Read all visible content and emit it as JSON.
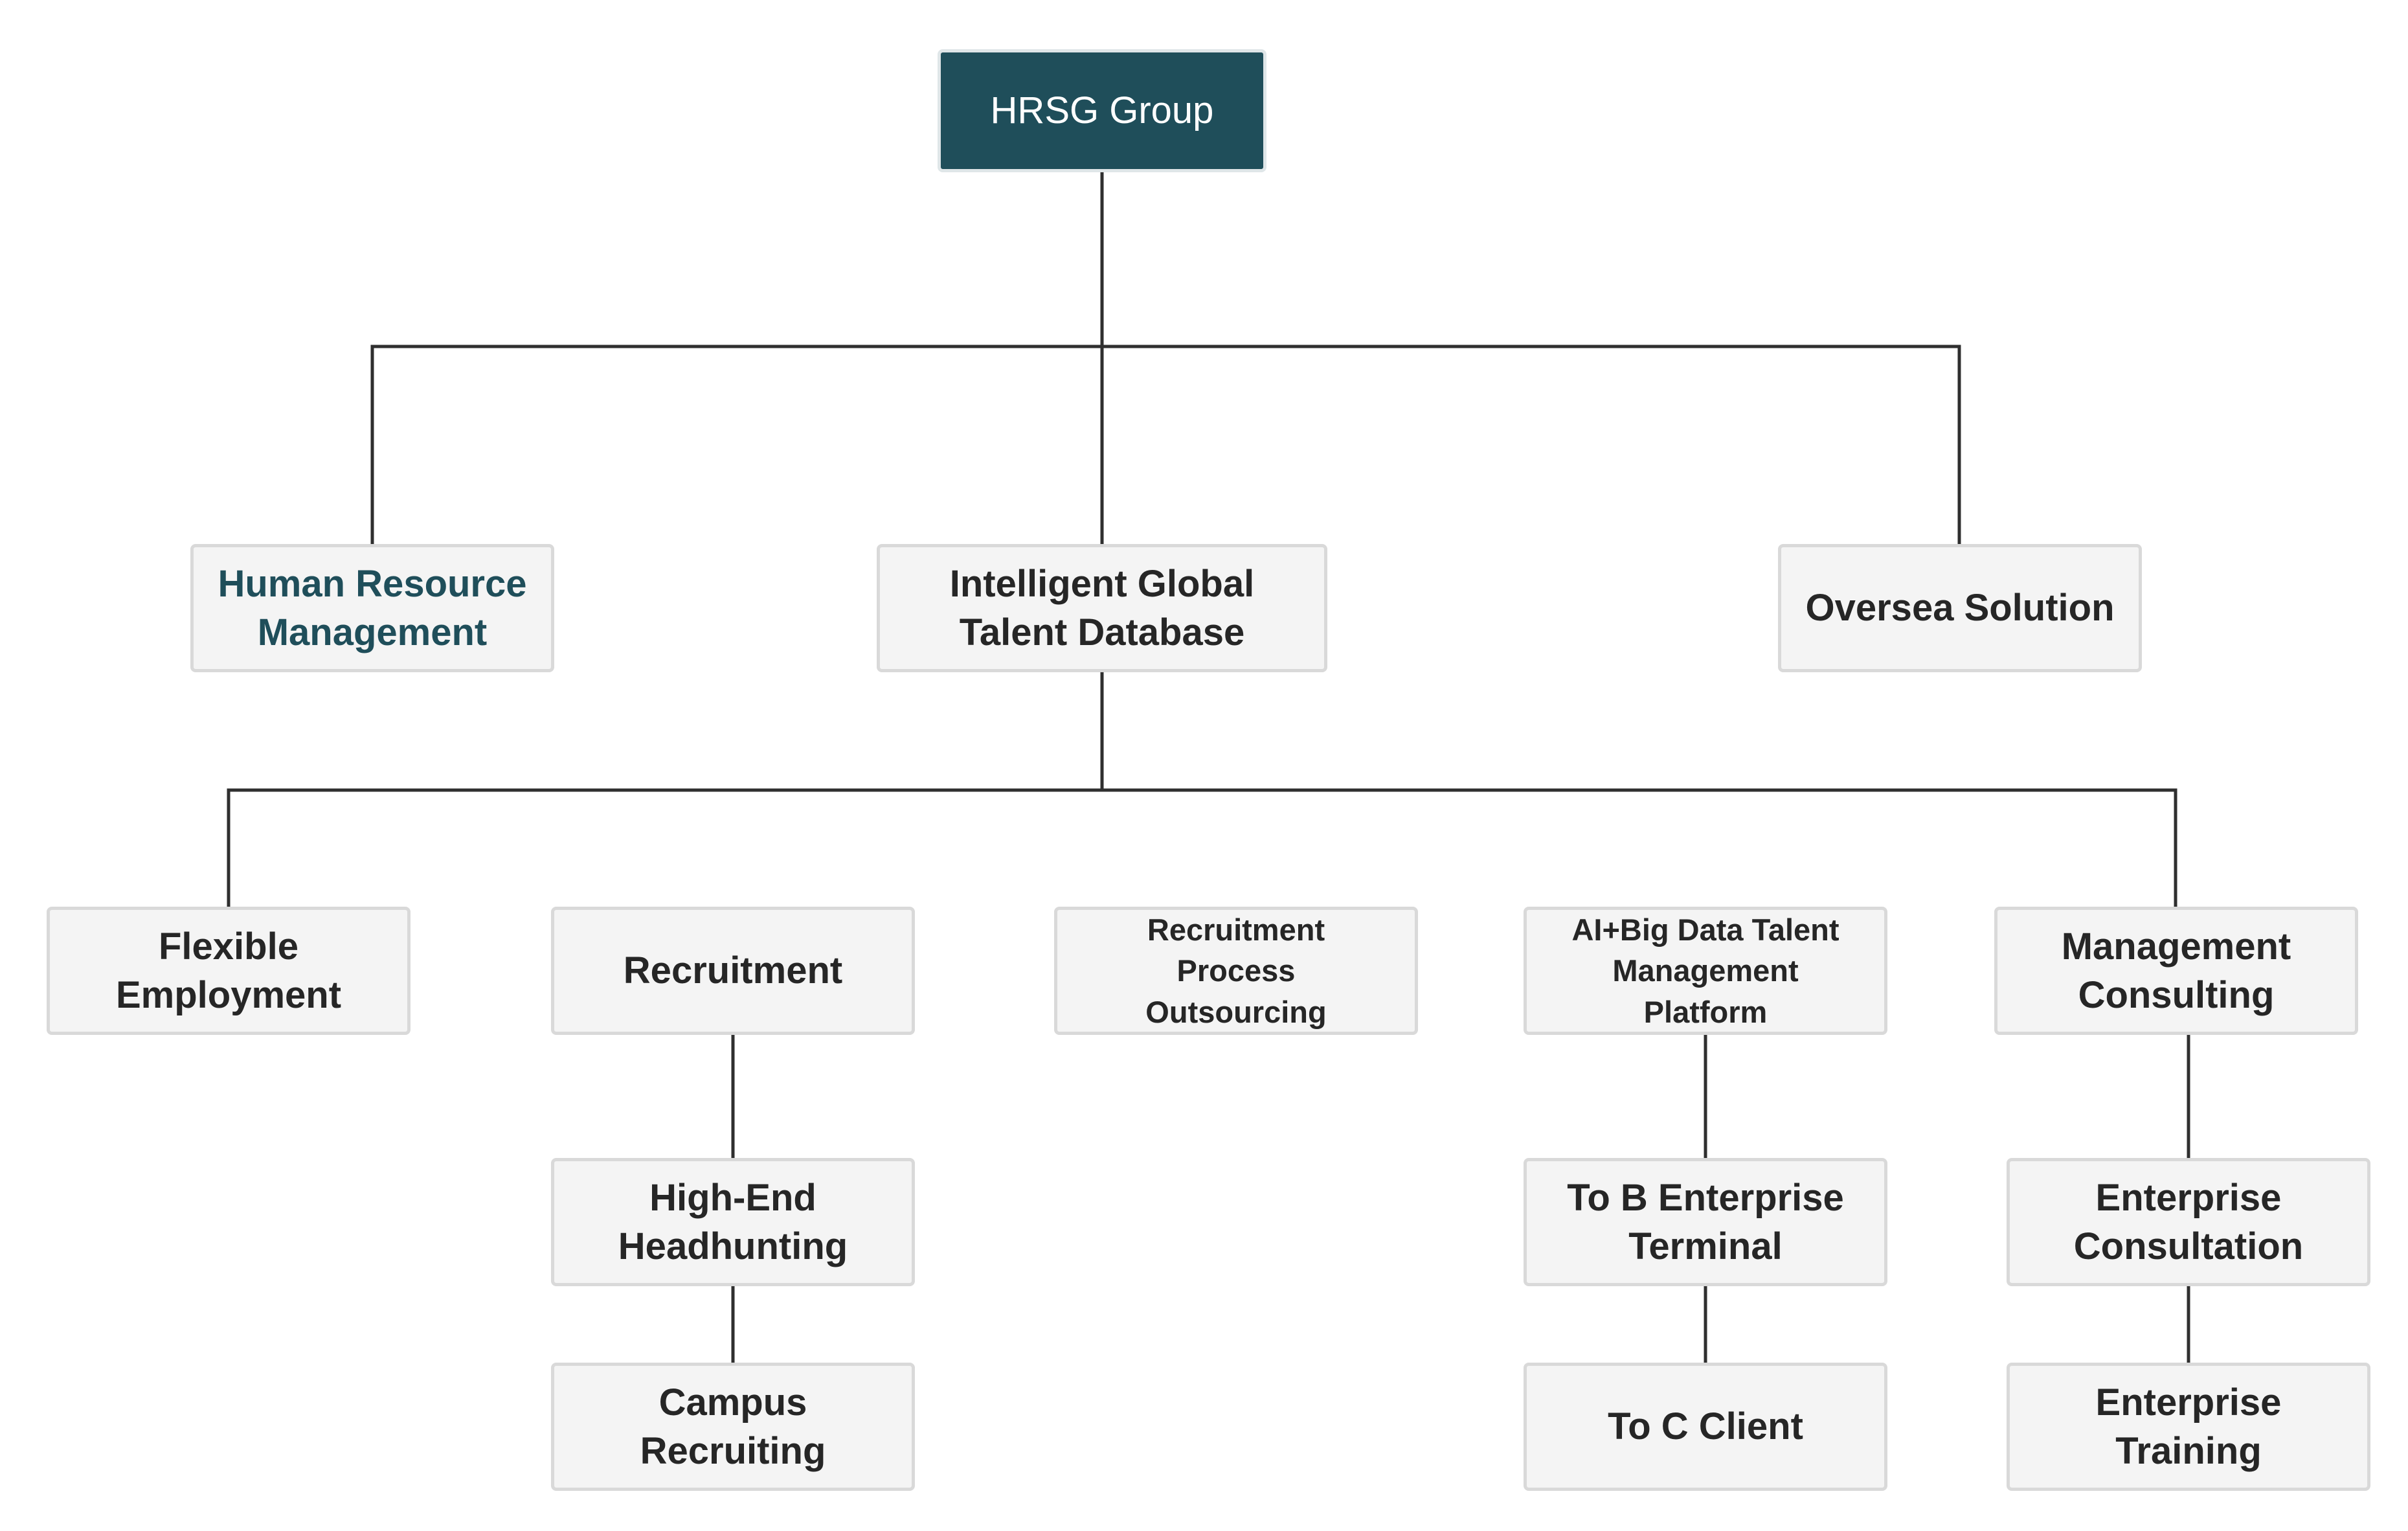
{
  "colors": {
    "root_fill": "#1f4e5a",
    "node_fill": "#f4f4f4",
    "node_border": "#d9d9d9",
    "connector": "#2f2f2f",
    "accent_text": "#1f4e5a"
  },
  "root": {
    "label": "HRSG Group"
  },
  "level1": {
    "hr_management": "Human Resource\nManagement",
    "talent_database": "Intelligent Global\nTalent Database",
    "oversea_solution": "Oversea Solution"
  },
  "level2": {
    "flexible_employment": "Flexible\nEmployment",
    "recruitment": "Recruitment",
    "rpo": "Recruitment\nProcess\nOutsourcing",
    "ai_platform": "AI+Big Data Talent\nManagement\nPlatform",
    "management_consulting": "Management\nConsulting"
  },
  "level3": {
    "high_end_headhunting": "High-End\nHeadhunting",
    "campus_recruiting": "Campus\nRecruiting",
    "to_b_terminal": "To B Enterprise\nTerminal",
    "to_c_client": "To C Client",
    "enterprise_consultation": "Enterprise\nConsultation",
    "enterprise_training": "Enterprise\nTraining"
  }
}
